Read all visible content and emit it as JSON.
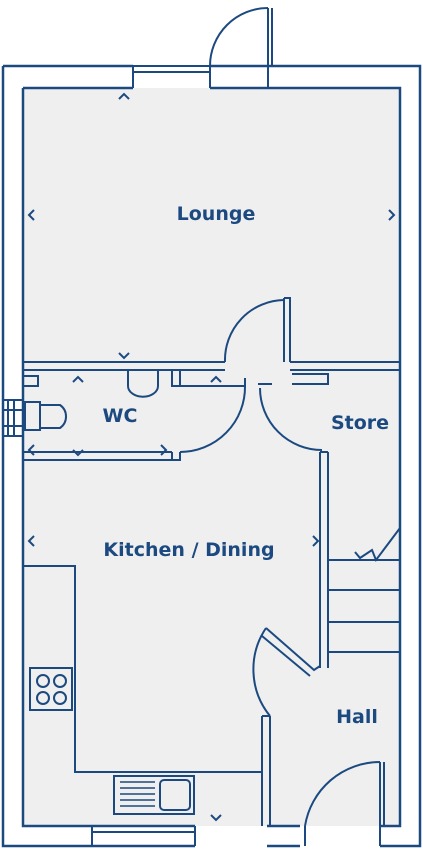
{
  "rooms": {
    "lounge": "Lounge",
    "wc": "WC",
    "store": "Store",
    "kitchen_dining": "Kitchen / Dining",
    "hall": "Hall"
  },
  "colors": {
    "wall": "#1c4a80",
    "floor": "#efefef",
    "background": "#ffffff",
    "label": "#1c4a80"
  }
}
